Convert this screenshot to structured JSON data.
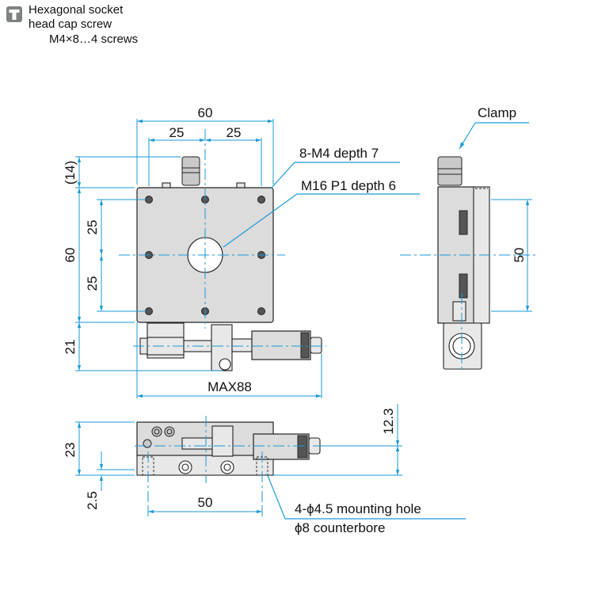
{
  "legend": {
    "icon": "hex-socket-screw-icon",
    "line1": "Hexagonal socket",
    "line2": "head cap screw",
    "line3": "M4×8…4 screws"
  },
  "top_view": {
    "dim_width": "60",
    "dim_hole_left": "25",
    "dim_hole_right": "25",
    "dim_knob": "(14)",
    "dim_height": "60",
    "dim_hole_upper": "25",
    "dim_hole_lower": "25",
    "dim_micrometer": "21",
    "dim_max": "MAX88"
  },
  "labels": {
    "tapped_holes": "8-M4 depth 7",
    "center_thread": "M16 P1 depth 6",
    "clamp": "Clamp",
    "mounting_hole": "4-ϕ4.5 mounting hole",
    "counterbore": "ϕ8 counterbore"
  },
  "side_view": {
    "dim_hole_pitch": "50"
  },
  "front_view": {
    "dim_height": "23",
    "dim_axis": "12.3",
    "dim_base": "2.5",
    "dim_hole_pitch": "50"
  },
  "colors": {
    "dimension_lines": "#1a9ad9",
    "outline": "#222222",
    "body_fill": "#dcdcdc",
    "icon_fill": "#7f8284"
  }
}
